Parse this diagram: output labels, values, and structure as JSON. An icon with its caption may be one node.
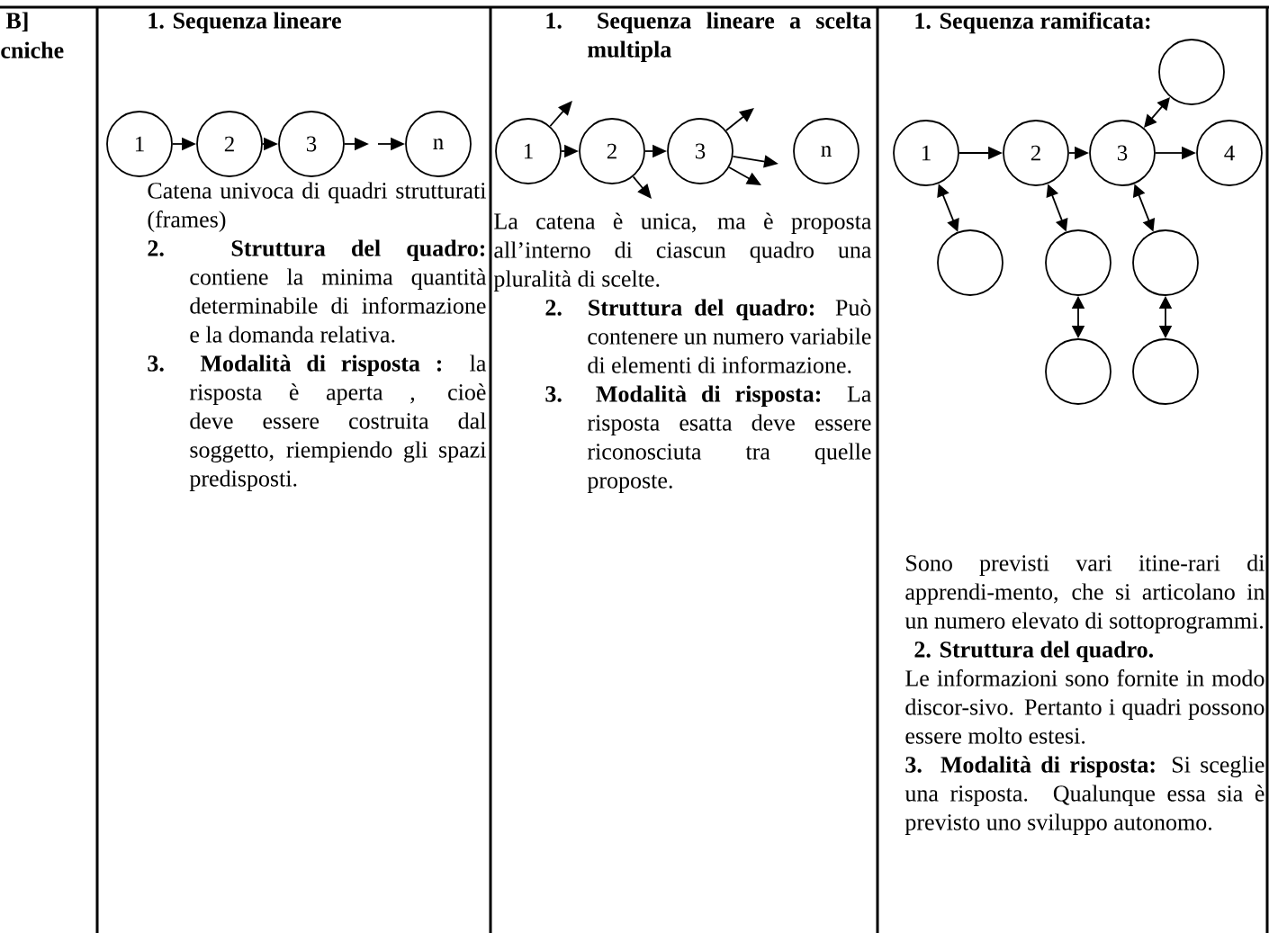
{
  "diagram": {
    "nodes": [
      {
        "text": [
          "1"
        ]
      },
      {
        "text": [
          "2"
        ]
      },
      {
        "text": [
          "3"
        ]
      },
      {
        "text": [
          "n"
        ]
      },
      {
        "text": [
          "1"
        ]
      },
      {
        "text": [
          "2"
        ]
      },
      {
        "text": [
          "3"
        ]
      },
      {
        "text": [
          "n"
        ]
      },
      {
        "text": [
          "1"
        ]
      },
      {
        "text": [
          "2"
        ]
      },
      {
        "text": [
          "3"
        ]
      },
      {
        "text": [
          "4"
        ]
      },
      {
        "text": [],
        "shape": "circle"
      },
      {
        "text": [],
        "shape": "circle"
      },
      {
        "text": [],
        "shape": "circle"
      },
      {
        "text": [],
        "shape": "circle"
      },
      {
        "text": [],
        "shape": "circle"
      },
      {
        "text": [],
        "shape": "circle"
      }
    ],
    "edges": [
      {
        "from": 0,
        "to": 1,
        "arrow": "to"
      },
      {
        "from": 1,
        "to": 2,
        "arrow": "to"
      },
      {
        "from": 2,
        "to": null,
        "arrow": "to"
      },
      {
        "from": null,
        "to": 3,
        "arrow": "to"
      },
      {
        "from": 4,
        "to": 5,
        "arrow": "to"
      },
      {
        "from": 5,
        "to": 6,
        "arrow": "to"
      },
      {
        "from": 4,
        "to": null,
        "arrow": "to"
      },
      {
        "from": 5,
        "to": null,
        "arrow": "to"
      },
      {
        "from": 6,
        "to": null,
        "arrow": "to"
      },
      {
        "from": 6,
        "to": null,
        "arrow": "to"
      },
      {
        "from": 6,
        "to": null,
        "arrow": "to"
      },
      {
        "from": 8,
        "to": 9,
        "arrow": "to"
      },
      {
        "from": 9,
        "to": 10,
        "arrow": "to"
      },
      {
        "from": 10,
        "to": 11,
        "arrow": "to"
      },
      {
        "from": 10,
        "to": 12,
        "arrow": "both"
      },
      {
        "from": 8,
        "to": 13,
        "arrow": "both"
      },
      {
        "from": 9,
        "to": 14,
        "arrow": "both"
      },
      {
        "from": 10,
        "to": 15,
        "arrow": "both"
      },
      {
        "from": 14,
        "to": 16,
        "arrow": "both"
      },
      {
        "from": 15,
        "to": 17,
        "arrow": "both"
      }
    ],
    "labels": [
      "B]",
      "cniche",
      "1. Sequenza lineare",
      "Catena univoca di quadri strutturati (frames)",
      "**2. Struttura del quadro:** contiene la minima quantità determinabile di informazione e la domanda relativa.",
      "**3. Modalità di risposta :** la risposta è aperta , cioè deve essere costruita dal soggetto, riempiendo gli spazi predisposti.",
      "1. Sequenza lineare a scelta multipla",
      "La catena è unica, ma è proposta all’interno di ciascun quadro una pluralità di scelte.",
      "**2. Struttura del quadro:** Può contenere un numero variabile di elementi di informazione.",
      "**3. Modalità di risposta:** La risposta esatta deve essere riconosciuta tra quelle proposte.",
      "1. Sequenza ramificata:",
      "Sono previsti vari itine-rari di apprendi-mento, che si articolano in un numero elevato di sottoprogrammi.",
      "2. Struttura del quadro.",
      "Le informazioni sono fornite in modo discor-sivo. Pertanto i quadri possono essere molto estesi.",
      "**3. Modalità di risposta:** Si sceglie una risposta. Qualunque essa sia è previsto uno sviluppo autonomo."
    ]
  }
}
